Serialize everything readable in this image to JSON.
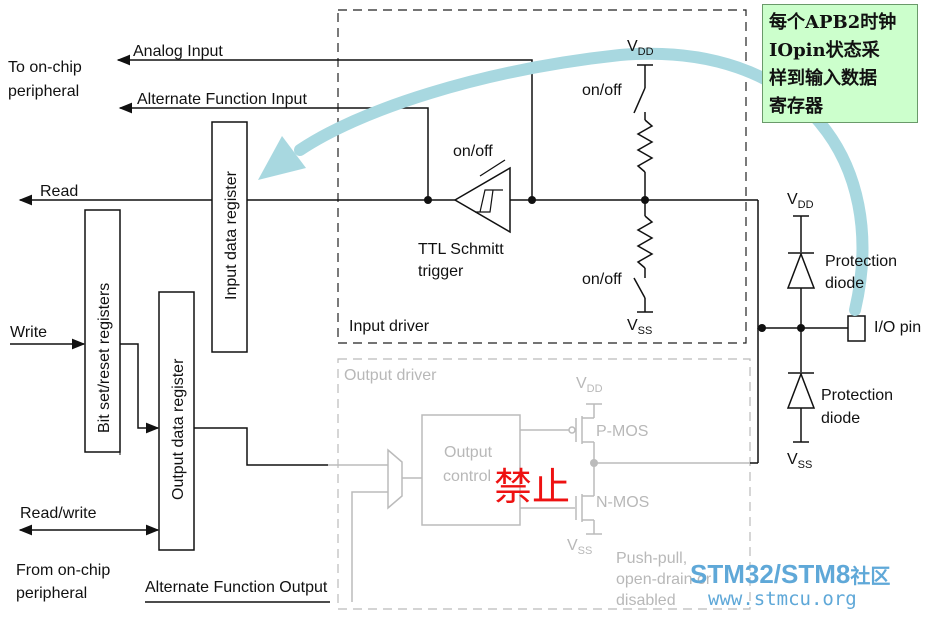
{
  "labels": {
    "to_chip_1": "To on-chip",
    "to_chip_2": "peripheral",
    "analog_input": "Analog Input",
    "alt_func_input": "Alternate Function Input",
    "read": "Read",
    "write": "Write",
    "read_write": "Read/write",
    "from_chip_1": "From on-chip",
    "from_chip_2": "peripheral",
    "alt_func_output": "Alternate Function Output",
    "input_data_register": "Input data register",
    "bit_set_reset_registers": "Bit set/reset registers",
    "output_data_register": "Output data register",
    "on_off_schmitt": "on/off",
    "ttl_1": "TTL Schmitt",
    "ttl_2": "trigger",
    "on_off_top": "on/off",
    "on_off_bottom": "on/off",
    "vdd": "V",
    "vdd_sub": "DD",
    "vss": "V",
    "vss_sub": "SS",
    "input_driver": "Input driver",
    "protection_1a": "Protection",
    "protection_1b": "diode",
    "protection_2a": "Protection",
    "protection_2b": "diode",
    "io_pin": "I/O pin",
    "output_driver": "Output driver",
    "output_control_1": "Output",
    "output_control_2": "control",
    "pmos": "P-MOS",
    "nmos": "N-MOS",
    "push_pull_1": "Push-pull,",
    "push_pull_2": "open-drain or",
    "push_pull_3": "disabled",
    "forbidden": "禁止"
  },
  "note": {
    "line1": "每个APB2时钟",
    "line2": "IOpin状态采",
    "line3": "样到输入数据",
    "line4": "寄存器"
  },
  "watermark": {
    "brand_a": "STM32/STM8",
    "brand_b": "社区",
    "url": "www.stmcu.org"
  },
  "colors": {
    "arrow": "#a8d8e0",
    "forbidden": "#ee1111",
    "watermark": "#5fa8d8",
    "disabled": "#b8b8b8"
  }
}
